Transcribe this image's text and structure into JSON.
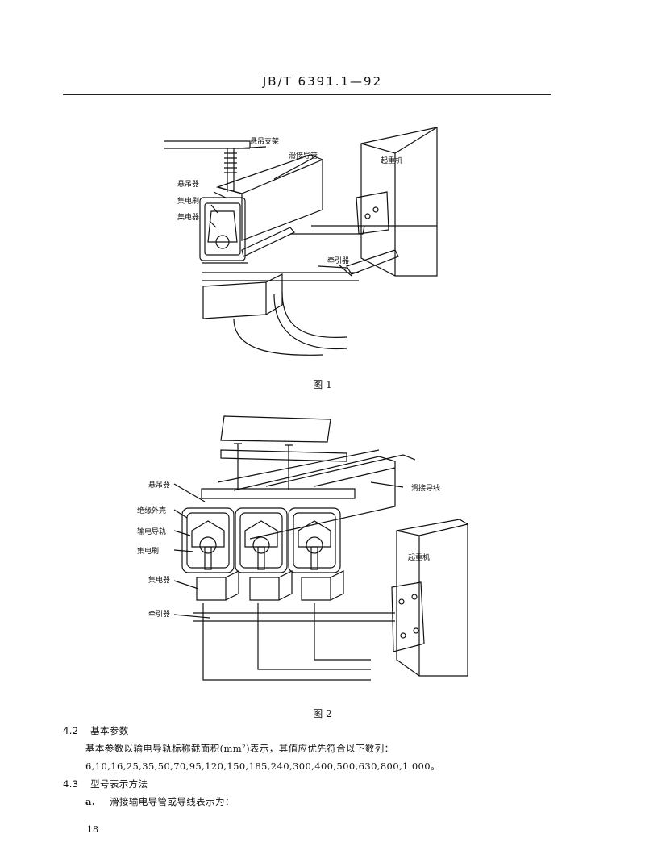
{
  "header": {
    "standard_no": "JB/T 6391.1—92"
  },
  "figure1": {
    "caption": "图 1",
    "labels": {
      "hanger_bracket": "悬吊支架",
      "slide_conductor_pipe": "滑接导管",
      "crane": "起重机",
      "hanger": "悬吊器",
      "collector_brush": "集电刷",
      "collector": "集电器",
      "tractor": "牵引器"
    }
  },
  "figure2": {
    "caption": "图 2",
    "labels": {
      "hanger": "悬吊器",
      "slide_conductor_line": "滑接导线",
      "insulating_shell": "绝缘外壳",
      "conductor_rail": "输电导轨",
      "collector_brush": "集电刷",
      "crane": "起重机",
      "collector": "集电器",
      "tractor": "牵引器"
    }
  },
  "sections": {
    "s42_num": "4.2",
    "s42_title": "基本参数",
    "s42_line1": "基本参数以输电导轨标称截面积(mm²)表示，其值应优先符合以下数列：",
    "s42_line2": "6,10,16,25,35,50,70,95,120,150,185,240,300,400,500,630,800,1 000。",
    "s43_num": "4.3",
    "s43_title": "型号表示方法",
    "s43_item_a_label": "a.",
    "s43_item_a_text": "滑接输电导管或导线表示为："
  },
  "page_number": "18"
}
